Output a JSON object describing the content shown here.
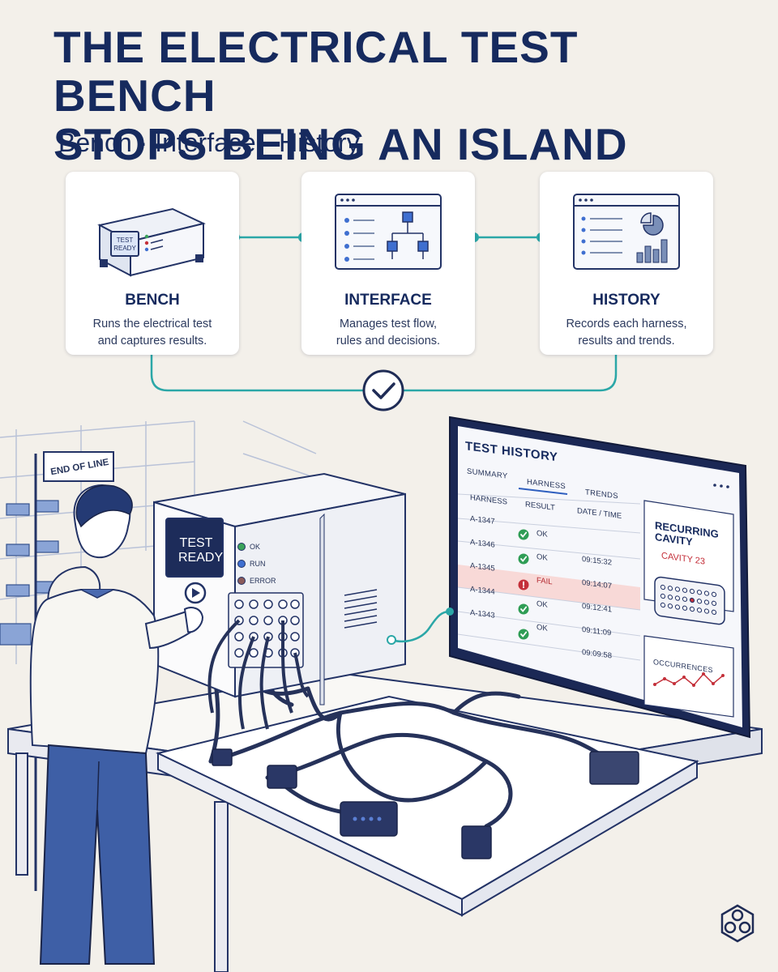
{
  "header": {
    "title_line1": "THE ELECTRICAL TEST BENCH",
    "title_line2": "STOPS BEING AN ISLAND",
    "subtitle": "Bench · Interface · History"
  },
  "cards": [
    {
      "title": "BENCH",
      "desc_line1": "Runs the electrical test",
      "desc_line2": "and captures results.",
      "icon": "test-bench-icon"
    },
    {
      "title": "INTERFACE",
      "desc_line1": "Manages test flow,",
      "desc_line2": "rules and decisions.",
      "icon": "flowchart-window-icon"
    },
    {
      "title": "HISTORY",
      "desc_line1": "Records each harness,",
      "desc_line2": "results and trends.",
      "icon": "chart-window-icon"
    }
  ],
  "bench_card_screen": {
    "line1": "TEST",
    "line2": "READY"
  },
  "bench": {
    "screen_line1": "TEST",
    "screen_line2": "READY",
    "leds": [
      {
        "label": "OK",
        "color": "#3aa35a"
      },
      {
        "label": "RUN",
        "color": "#3f6fd0"
      },
      {
        "label": "ERROR",
        "color": "#8a5a5a"
      }
    ]
  },
  "sign": "END OF LINE",
  "history_screen": {
    "title": "TEST HISTORY",
    "tabs": [
      "SUMMARY",
      "HARNESS",
      "TRENDS"
    ],
    "active_tab": 1,
    "columns": [
      "HARNESS",
      "RESULT",
      "DATE / TIME"
    ],
    "rows": [
      {
        "harness": "A-1347",
        "result": "OK",
        "time": ""
      },
      {
        "harness": "A-1346",
        "result": "OK",
        "time": "09:15:32"
      },
      {
        "harness": "A-1345",
        "result": "FAIL",
        "time": "09:14:07"
      },
      {
        "harness": "A-1344",
        "result": "OK",
        "time": "09:12:41"
      },
      {
        "harness": "A-1343",
        "result": "OK",
        "time": "09:11:09"
      },
      {
        "harness": "",
        "result": "",
        "time": "09:09:58"
      }
    ],
    "side_title_line1": "RECURRING",
    "side_title_line2": "CAVITY",
    "cavity_label": "CAVITY 23",
    "occurrences_label": "OCCURRENCES",
    "colors": {
      "ok": "#2f9d55",
      "fail": "#c4303a",
      "accent": "#2ba7a7"
    }
  },
  "colors": {
    "navy": "#162a5e",
    "teal": "#2ba7a7",
    "background": "#f3f0ea"
  },
  "logo_icon": "flower-logo-icon"
}
